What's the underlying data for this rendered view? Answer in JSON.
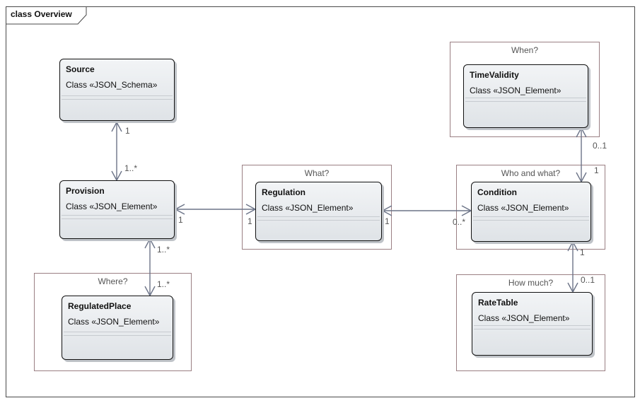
{
  "frame": {
    "title": "class Overview"
  },
  "boundaries": {
    "when": "When?",
    "what": "What?",
    "who_and_what": "Who and what?",
    "where": "Where?",
    "how_much": "How much?"
  },
  "classes": {
    "source": {
      "name": "Source",
      "stereotype": "Class «JSON_Schema»"
    },
    "provision": {
      "name": "Provision",
      "stereotype": "Class «JSON_Element»"
    },
    "regulated_place": {
      "name": "RegulatedPlace",
      "stereotype": "Class «JSON_Element»"
    },
    "regulation": {
      "name": "Regulation",
      "stereotype": "Class «JSON_Element»"
    },
    "time_validity": {
      "name": "TimeValidity",
      "stereotype": "Class «JSON_Element»"
    },
    "condition": {
      "name": "Condition",
      "stereotype": "Class «JSON_Element»"
    },
    "rate_table": {
      "name": "RateTable",
      "stereotype": "Class «JSON_Element»"
    }
  },
  "associations": {
    "source_provision": {
      "from_mult": "1",
      "to_mult": "1..*"
    },
    "provision_place": {
      "from_mult": "1..*",
      "to_mult": "1..*"
    },
    "provision_regulation": {
      "from_mult": "1",
      "to_mult": "1"
    },
    "regulation_condition": {
      "from_mult": "1",
      "to_mult": "0..*"
    },
    "timevalidity_condition": {
      "from_mult": "0..1",
      "to_mult": "1"
    },
    "condition_ratetable": {
      "from_mult": "1",
      "to_mult": "0..1"
    }
  },
  "colors": {
    "connector": "#6b7387",
    "boundary": "#9a7f83",
    "class_fill_top": "#f2f4f6",
    "class_fill_bottom": "#dfe3e7"
  }
}
